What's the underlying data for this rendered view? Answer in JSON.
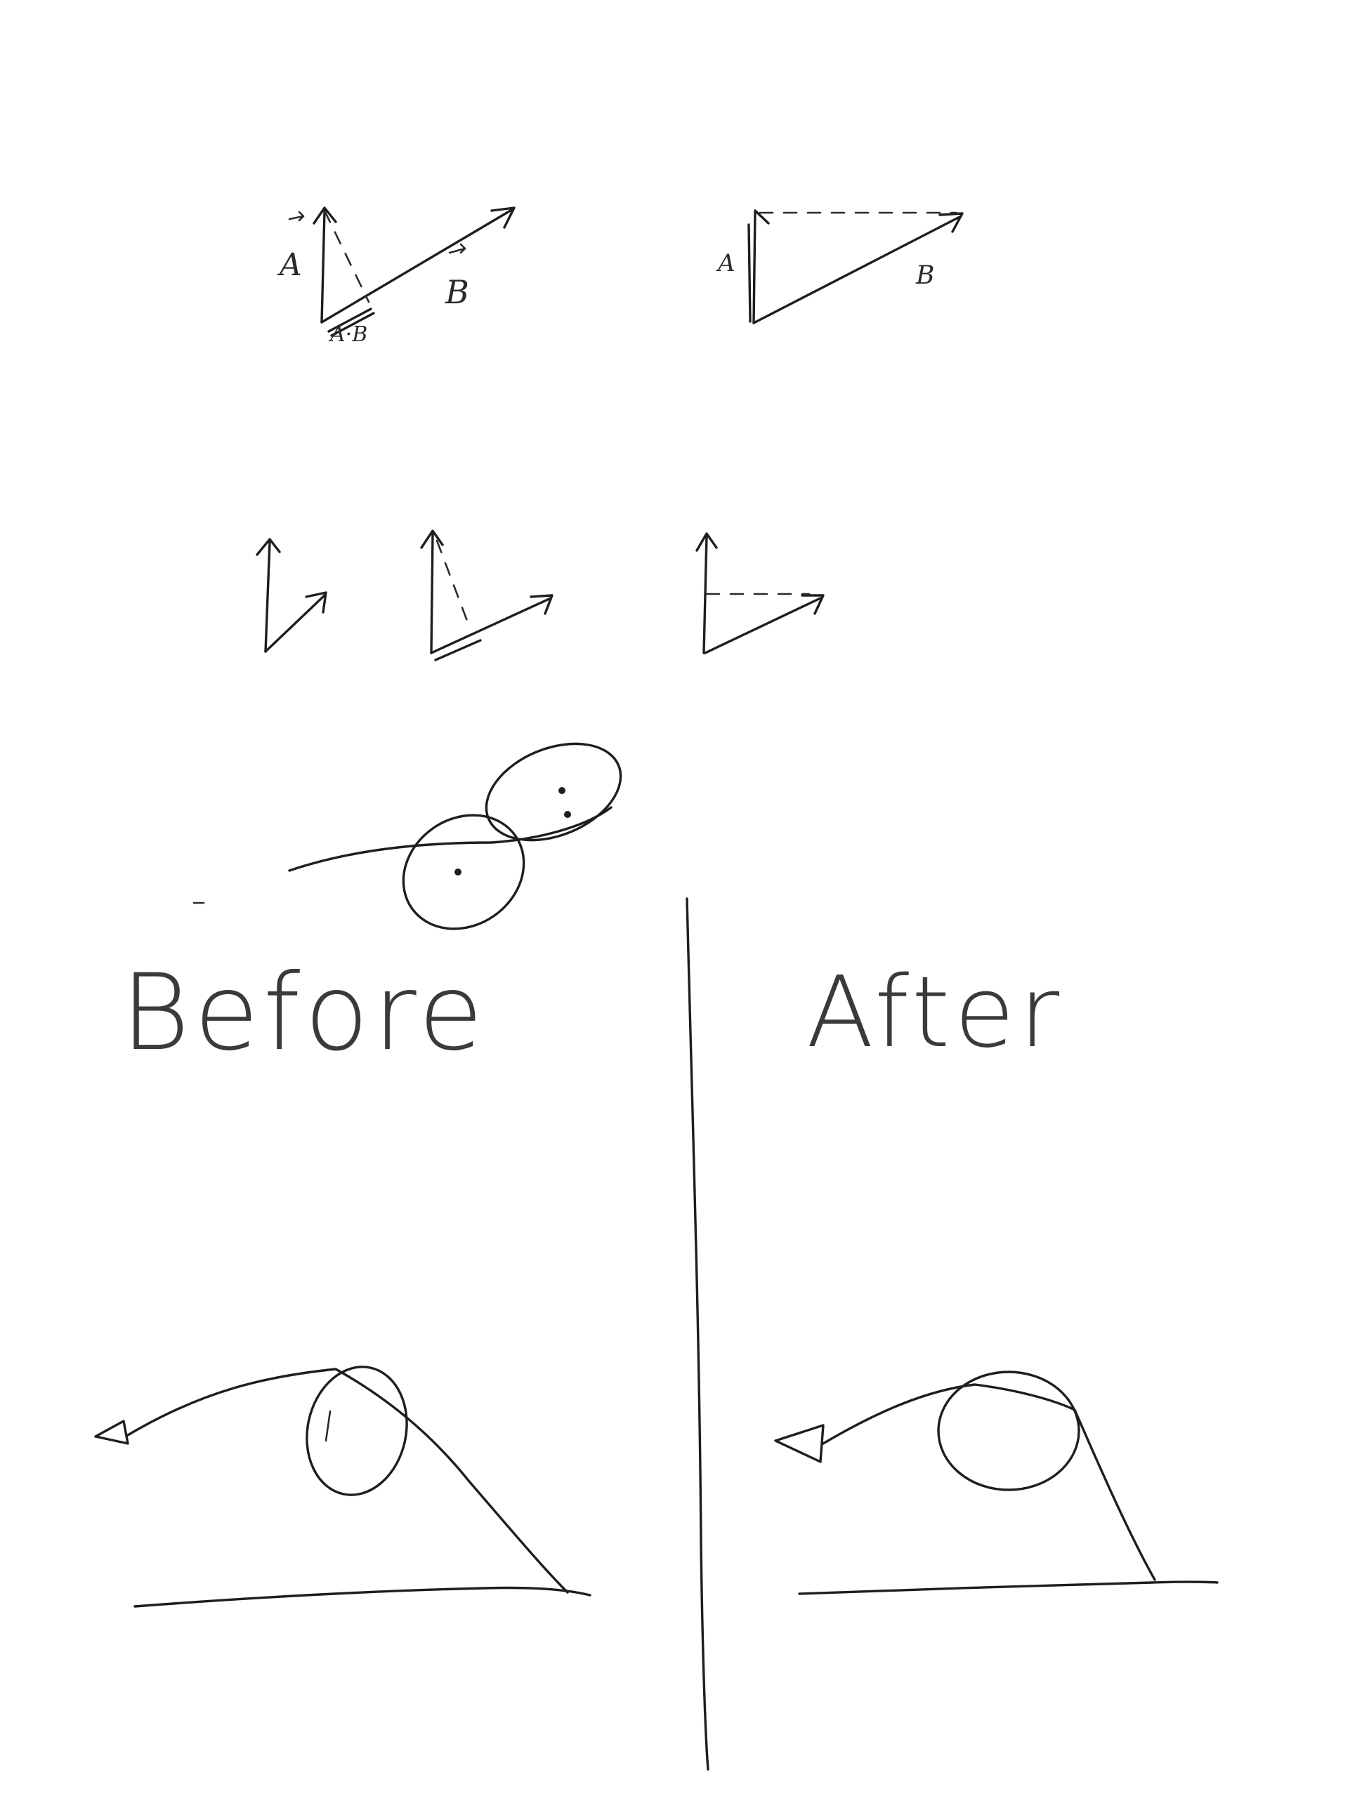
{
  "labels": {
    "vec_a_1": "A",
    "vec_b_1": "B",
    "dot_product": "A·B",
    "vec_a_2": "A",
    "vec_b_2": "B",
    "before": "Before",
    "after": "After"
  },
  "colors": {
    "ink": "#1e1e1e",
    "paper": "#ffffff"
  }
}
